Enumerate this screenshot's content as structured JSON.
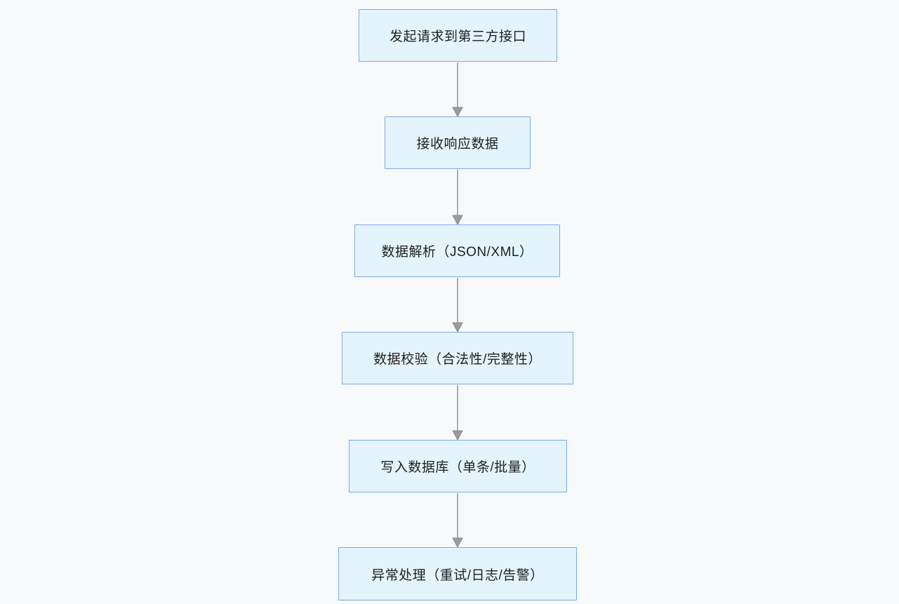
{
  "diagram": {
    "type": "flowchart",
    "direction": "top-down",
    "nodes": [
      {
        "id": "step-1",
        "label": "发起请求到第三方接口"
      },
      {
        "id": "step-2",
        "label": "接收响应数据"
      },
      {
        "id": "step-3",
        "label": "数据解析（JSON/XML）"
      },
      {
        "id": "step-4",
        "label": "数据校验（合法性/完整性）"
      },
      {
        "id": "step-5",
        "label": "写入数据库（单条/批量）"
      },
      {
        "id": "step-6",
        "label": "异常处理（重试/日志/告警）"
      }
    ],
    "edges": [
      {
        "from": "step-1",
        "to": "step-2"
      },
      {
        "from": "step-2",
        "to": "step-3"
      },
      {
        "from": "step-3",
        "to": "step-4"
      },
      {
        "from": "step-4",
        "to": "step-5"
      },
      {
        "from": "step-5",
        "to": "step-6"
      }
    ],
    "colors": {
      "background": "#f8f9fb",
      "node_fill": "#e3f4fd",
      "node_border": "#7fa9ea",
      "arrow": "#9c9c9c",
      "text": "#1f1f1f"
    }
  }
}
